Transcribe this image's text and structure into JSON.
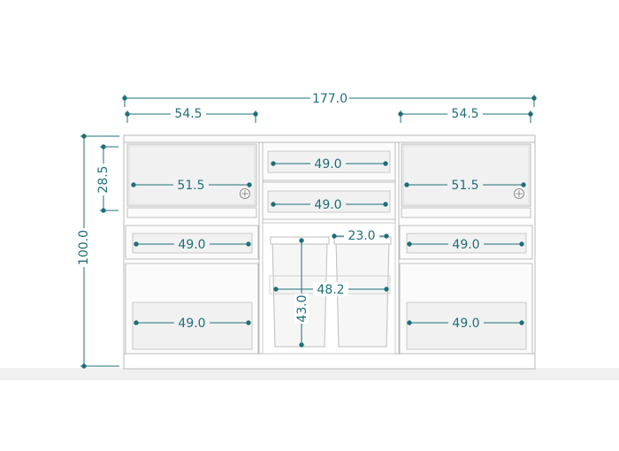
{
  "diagram": {
    "overall_width": "177.0",
    "overall_height": "100.0",
    "left_unit_width": "54.5",
    "right_unit_width": "54.5",
    "upper_glass_height": "28.5",
    "left_glass_door_width": "51.5",
    "right_glass_door_width": "51.5",
    "center_drawer_1_width": "49.0",
    "center_drawer_2_width": "49.0",
    "left_drawer_width": "49.0",
    "right_drawer_width": "49.0",
    "left_lower_door_width": "49.0",
    "right_lower_door_width": "49.0",
    "center_lower_width": "48.2",
    "bin_width": "23.0",
    "bin_height": "43.0"
  },
  "colors": {
    "dimension": "#1f6f78",
    "frame": "#b8b8b8",
    "glass": "#f1f1f1",
    "floor": "#eeeeee"
  }
}
